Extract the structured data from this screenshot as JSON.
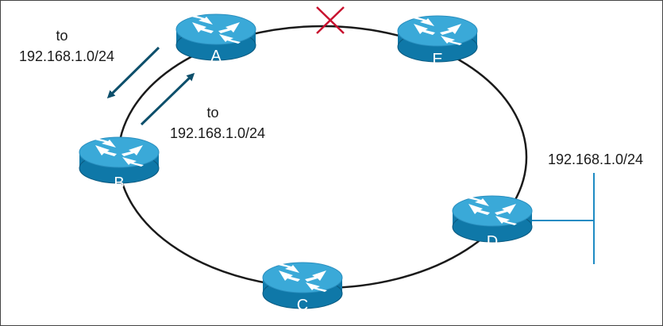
{
  "routers": [
    {
      "id": "A",
      "label": "A"
    },
    {
      "id": "B",
      "label": "B"
    },
    {
      "id": "C",
      "label": "C"
    },
    {
      "id": "D",
      "label": "D"
    },
    {
      "id": "E",
      "label": "E"
    }
  ],
  "labels": {
    "update_out_to": "to",
    "update_out_net": "192.168.1.0/24",
    "update_in_to": "to",
    "update_in_net": "192.168.1.0/24",
    "lan_network": "192.168.1.0/24"
  },
  "links": [
    {
      "from": "A",
      "to": "E",
      "status": "failed"
    },
    {
      "from": "E",
      "to": "D",
      "status": "up"
    },
    {
      "from": "D",
      "to": "C",
      "status": "up"
    },
    {
      "from": "C",
      "to": "B",
      "status": "up"
    },
    {
      "from": "B",
      "to": "A",
      "status": "up"
    }
  ],
  "colors": {
    "router_top": "#3aa9d8",
    "router_side": "#0f78a8",
    "arrow": "#0d4f6b",
    "failure_mark": "#c8102e",
    "lan_line": "#1e8bc3",
    "ring": "#1a1a1a"
  }
}
